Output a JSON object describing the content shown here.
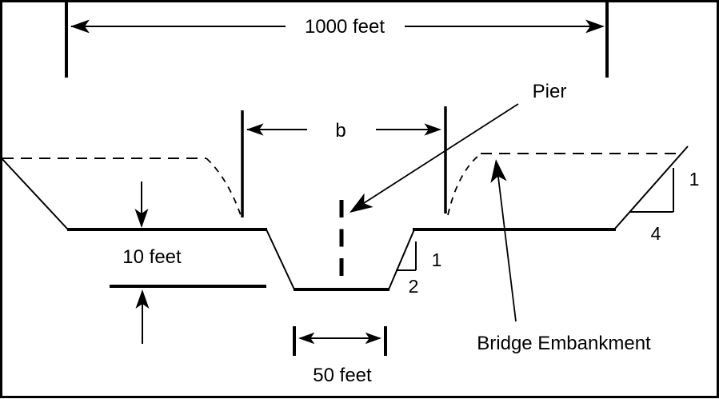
{
  "figure": {
    "description": "Cross-section of a river valley at a bridge crossing",
    "colors": {
      "ink": "#000000",
      "background": "#ffffff"
    },
    "dimensions": {
      "floodplain_width_label": "1000 feet",
      "bridge_opening_label": "b",
      "channel_depth_label": "10 feet",
      "channel_bottom_width_label": "50 feet"
    },
    "annotations": {
      "pier_label": "Pier",
      "embankment_label": "Bridge Embankment"
    },
    "channel_bank_slope": {
      "rise": "1",
      "run": "2"
    },
    "valley_side_slope": {
      "rise": "1",
      "run": "4"
    }
  }
}
